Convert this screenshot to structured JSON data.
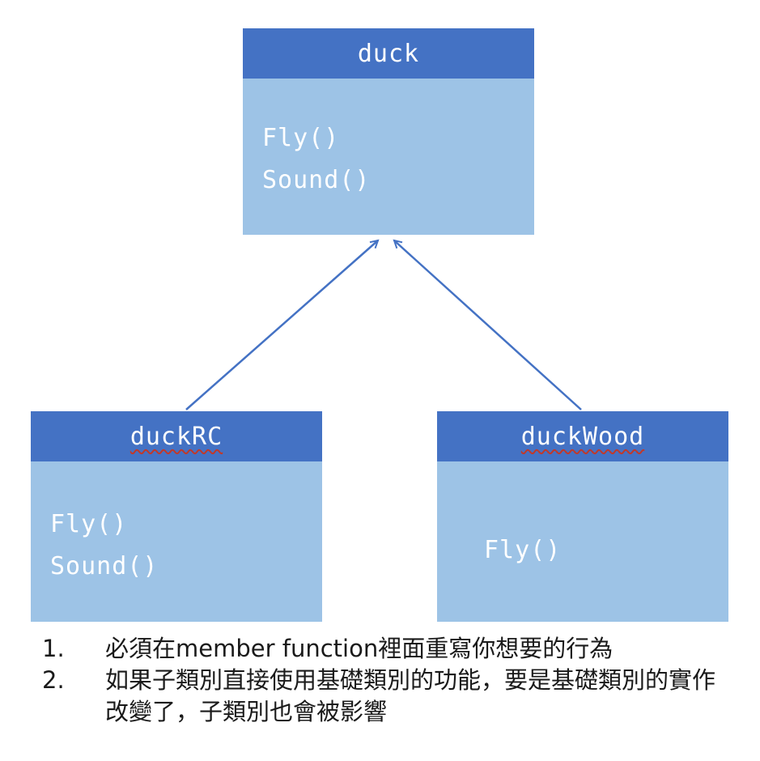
{
  "diagram": {
    "classes": [
      {
        "id": "duck",
        "title": "duck",
        "methods": [
          "Fly()",
          "Sound()"
        ]
      },
      {
        "id": "duckRC",
        "title": "duckRC",
        "methods": [
          "Fly()",
          "Sound()"
        ]
      },
      {
        "id": "duckWood",
        "title": "duckWood",
        "methods": [
          "Fly()"
        ]
      }
    ],
    "relations": [
      {
        "from": "duckRC",
        "to": "duck",
        "type": "inheritance-arrow"
      },
      {
        "from": "duckWood",
        "to": "duck",
        "type": "inheritance-arrow"
      }
    ],
    "colors": {
      "header_fill": "#4472C4",
      "body_fill": "#9DC3E6",
      "box_text": "#FFFFFF",
      "arrow": "#4472C4",
      "notes_text": "#1A1A1A"
    }
  },
  "notes": {
    "items": [
      {
        "number": "1.",
        "text": "必須在member function裡面重寫你想要的行為"
      },
      {
        "number": "2.",
        "text": "如果子類別直接使用基礎類別的功能，要是基礎類別的實作改變了，子類別也會被影響"
      }
    ]
  }
}
